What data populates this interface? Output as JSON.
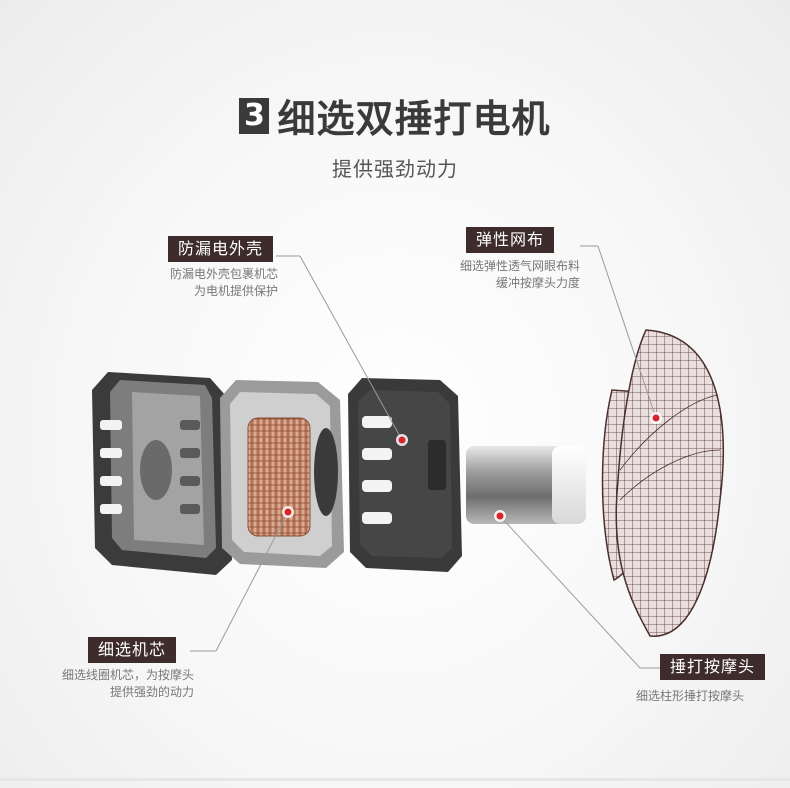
{
  "header": {
    "number": "3",
    "title": "细选双捶打电机",
    "subtitle": "提供强劲动力"
  },
  "callouts": {
    "shell": {
      "label": "防漏电外壳",
      "desc": [
        "防漏电外壳包裹机芯",
        "为电机提供保护"
      ]
    },
    "mesh": {
      "label": "弹性网布",
      "desc": [
        "细选弹性透气网眼布料",
        "缓冲按摩头力度"
      ]
    },
    "core": {
      "label": "细选机芯",
      "desc": [
        "细选线圈机芯，为按摩头",
        "提供强劲的动力"
      ]
    },
    "head": {
      "label": "捶打按摩头",
      "desc": [
        "细选柱形捶打按摩头"
      ]
    }
  },
  "colors": {
    "tag_bg": "#3d2c2b",
    "marker": "#d9262c",
    "copper": "#c98a6a",
    "housing": "#3b3b3b",
    "frame": "#8c8c8c"
  }
}
